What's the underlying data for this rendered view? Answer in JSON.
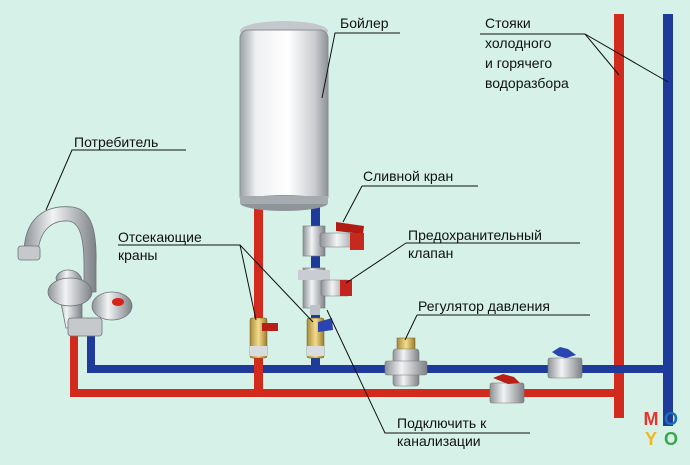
{
  "labels": {
    "boiler": "Бойлер",
    "risers_1": "Стояки",
    "risers_2": "холодного",
    "risers_3": "и горячего",
    "risers_4": "водоразбора",
    "consumer": "Потребитель",
    "drain_valve": "Сливной кран",
    "safety_valve_1": "Предохранительный",
    "safety_valve_2": "клапан",
    "shutoff_1": "Отсекающие",
    "shutoff_2": "краны",
    "pressure_regulator": "Регулятор давления",
    "sewer_1": "Подключить к",
    "sewer_2": "канализации"
  },
  "logo": {
    "letters": [
      "M",
      "O",
      "Y",
      "O"
    ]
  },
  "colors": {
    "background": "#d5f1e8",
    "hot_pipe": "#d32a1e",
    "cold_pipe": "#1e3a9a",
    "leader_line": "#111111",
    "logo_red": "#e8322a",
    "logo_blue": "#1c6fb7",
    "logo_yellow": "#f2b51c",
    "logo_green": "#3aa84a"
  }
}
